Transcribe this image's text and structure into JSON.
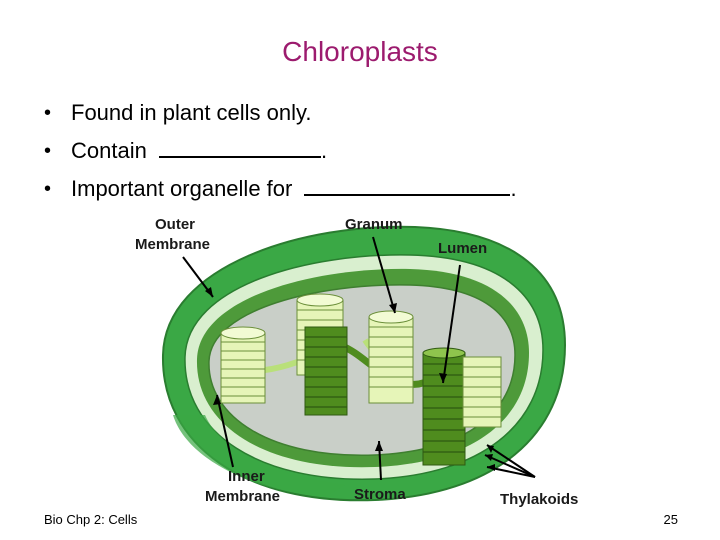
{
  "slide": {
    "title": "Chloroplasts",
    "bullets": [
      {
        "text": "Found in plant cells only.",
        "suffix": ""
      },
      {
        "text": "Contain",
        "suffix": "."
      },
      {
        "text": "Important organelle for",
        "suffix": "."
      }
    ],
    "bullet_glyph": "•"
  },
  "diagram": {
    "labels": {
      "outer_membrane_1": "Outer",
      "outer_membrane_2": "Membrane",
      "granum": "Granum",
      "lumen": "Lumen",
      "inner_membrane_1": "Inner",
      "inner_membrane_2": "Membrane",
      "stroma": "Stroma",
      "thylakoids": "Thylakoids"
    },
    "colors": {
      "outer": "#3aa845",
      "membrane_light": "#d9efcf",
      "inner_band": "#4e9a3a",
      "stroma": "#c9cfc8",
      "granum_light": "#e6f5b8",
      "granum_dark": "#4f8c1e"
    }
  },
  "footer": {
    "left": "Bio Chp 2: Cells",
    "page_number": "25"
  }
}
